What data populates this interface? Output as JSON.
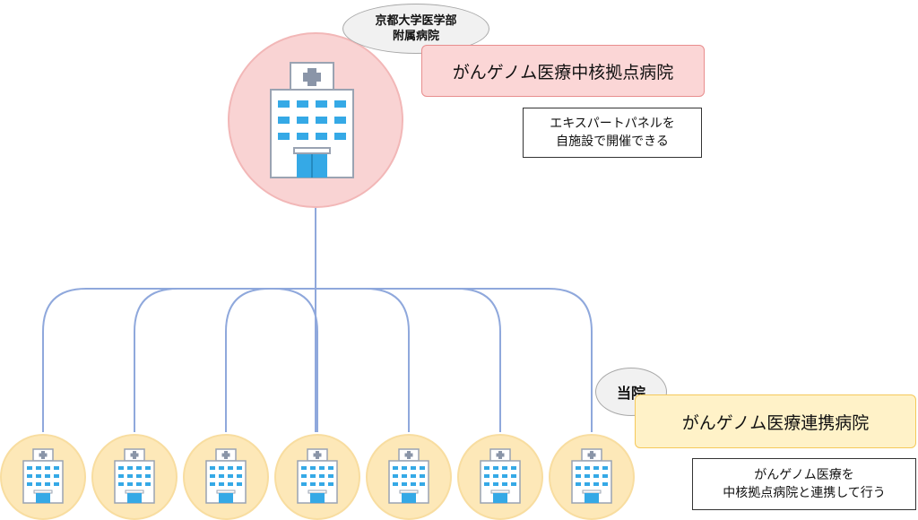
{
  "hub": {
    "bubble_label": "京都大学医学部\n附属病院",
    "title": "がんゲノム医療中核拠点病院",
    "note": "エキスパートパネルを\n自施設で開催できる"
  },
  "branch": {
    "bubble_label": "当院",
    "title": "がんゲノム医療連携病院",
    "note": "がんゲノム医療を\n中核拠点病院と連携して行う",
    "count": 7
  },
  "colors": {
    "hub_circle": "#f9d3d3",
    "branch_circle": "#fde8b8",
    "connector": "#8fa8dc",
    "window": "#35a9e6",
    "building": "#ffffff",
    "building_outline": "#9aa3b2",
    "hub_title_bg": "#fbd6d6",
    "hub_title_border": "#e88d8d",
    "branch_title_bg": "#fff2c8",
    "branch_title_border": "#f5c85a"
  },
  "icons": {
    "hospital": "hospital-icon"
  }
}
